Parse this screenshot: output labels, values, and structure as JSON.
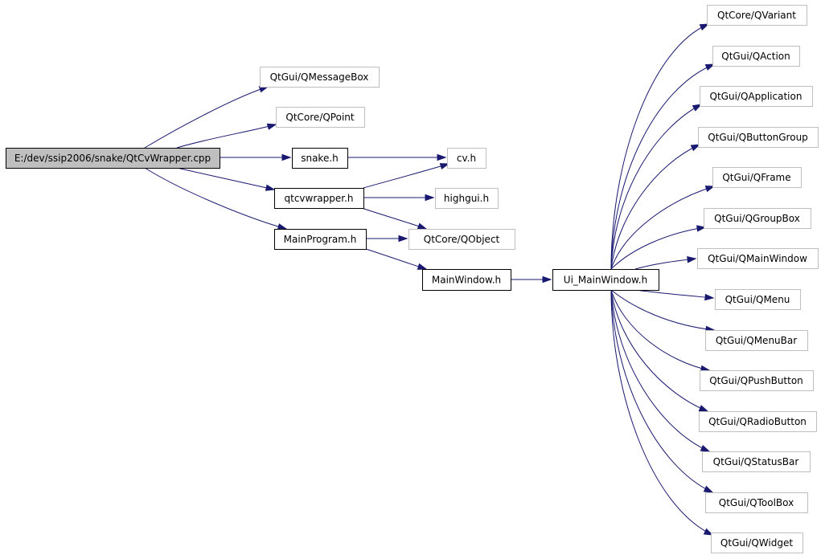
{
  "diagram": {
    "colors": {
      "edge": "#191970",
      "root_fill": "#bfbfbf",
      "internal_border": "#000000",
      "external_border": "#bfbfbf"
    },
    "nodes": [
      {
        "id": "root",
        "label": "E:/dev/ssip2006/snake/QtCvWrapper.cpp",
        "kind": "root"
      },
      {
        "id": "qmessagebox",
        "label": "QtGui/QMessageBox",
        "kind": "external"
      },
      {
        "id": "qpoint",
        "label": "QtCore/QPoint",
        "kind": "external"
      },
      {
        "id": "snake",
        "label": "snake.h",
        "kind": "internal"
      },
      {
        "id": "qtcvwrapper",
        "label": "qtcvwrapper.h",
        "kind": "internal"
      },
      {
        "id": "mainprogram",
        "label": "MainProgram.h",
        "kind": "internal"
      },
      {
        "id": "cv",
        "label": "cv.h",
        "kind": "external"
      },
      {
        "id": "highgui",
        "label": "highgui.h",
        "kind": "external"
      },
      {
        "id": "qobject",
        "label": "QtCore/QObject",
        "kind": "external"
      },
      {
        "id": "mainwindow",
        "label": "MainWindow.h",
        "kind": "internal"
      },
      {
        "id": "ui_mainwindow",
        "label": "Ui_MainWindow.h",
        "kind": "internal"
      },
      {
        "id": "qvariant",
        "label": "QtCore/QVariant",
        "kind": "external"
      },
      {
        "id": "qaction",
        "label": "QtGui/QAction",
        "kind": "external"
      },
      {
        "id": "qapplication",
        "label": "QtGui/QApplication",
        "kind": "external"
      },
      {
        "id": "qbuttongroup",
        "label": "QtGui/QButtonGroup",
        "kind": "external"
      },
      {
        "id": "qframe",
        "label": "QtGui/QFrame",
        "kind": "external"
      },
      {
        "id": "qgroupbox",
        "label": "QtGui/QGroupBox",
        "kind": "external"
      },
      {
        "id": "qmainwindow",
        "label": "QtGui/QMainWindow",
        "kind": "external"
      },
      {
        "id": "qmenu",
        "label": "QtGui/QMenu",
        "kind": "external"
      },
      {
        "id": "qmenubar",
        "label": "QtGui/QMenuBar",
        "kind": "external"
      },
      {
        "id": "qpushbutton",
        "label": "QtGui/QPushButton",
        "kind": "external"
      },
      {
        "id": "qradiobutton",
        "label": "QtGui/QRadioButton",
        "kind": "external"
      },
      {
        "id": "qstatusbar",
        "label": "QtGui/QStatusBar",
        "kind": "external"
      },
      {
        "id": "qtoolbox",
        "label": "QtGui/QToolBox",
        "kind": "external"
      },
      {
        "id": "qwidget",
        "label": "QtGui/QWidget",
        "kind": "external"
      }
    ],
    "edges": [
      {
        "from": "root",
        "to": "qmessagebox"
      },
      {
        "from": "root",
        "to": "qpoint"
      },
      {
        "from": "root",
        "to": "snake"
      },
      {
        "from": "root",
        "to": "qtcvwrapper"
      },
      {
        "from": "root",
        "to": "mainprogram"
      },
      {
        "from": "snake",
        "to": "cv"
      },
      {
        "from": "qtcvwrapper",
        "to": "cv"
      },
      {
        "from": "qtcvwrapper",
        "to": "highgui"
      },
      {
        "from": "qtcvwrapper",
        "to": "qobject"
      },
      {
        "from": "mainprogram",
        "to": "qobject"
      },
      {
        "from": "mainprogram",
        "to": "mainwindow"
      },
      {
        "from": "mainwindow",
        "to": "ui_mainwindow"
      },
      {
        "from": "ui_mainwindow",
        "to": "qvariant"
      },
      {
        "from": "ui_mainwindow",
        "to": "qaction"
      },
      {
        "from": "ui_mainwindow",
        "to": "qapplication"
      },
      {
        "from": "ui_mainwindow",
        "to": "qbuttongroup"
      },
      {
        "from": "ui_mainwindow",
        "to": "qframe"
      },
      {
        "from": "ui_mainwindow",
        "to": "qgroupbox"
      },
      {
        "from": "ui_mainwindow",
        "to": "qmainwindow"
      },
      {
        "from": "ui_mainwindow",
        "to": "qmenu"
      },
      {
        "from": "ui_mainwindow",
        "to": "qmenubar"
      },
      {
        "from": "ui_mainwindow",
        "to": "qpushbutton"
      },
      {
        "from": "ui_mainwindow",
        "to": "qradiobutton"
      },
      {
        "from": "ui_mainwindow",
        "to": "qstatusbar"
      },
      {
        "from": "ui_mainwindow",
        "to": "qtoolbox"
      },
      {
        "from": "ui_mainwindow",
        "to": "qwidget"
      }
    ]
  }
}
